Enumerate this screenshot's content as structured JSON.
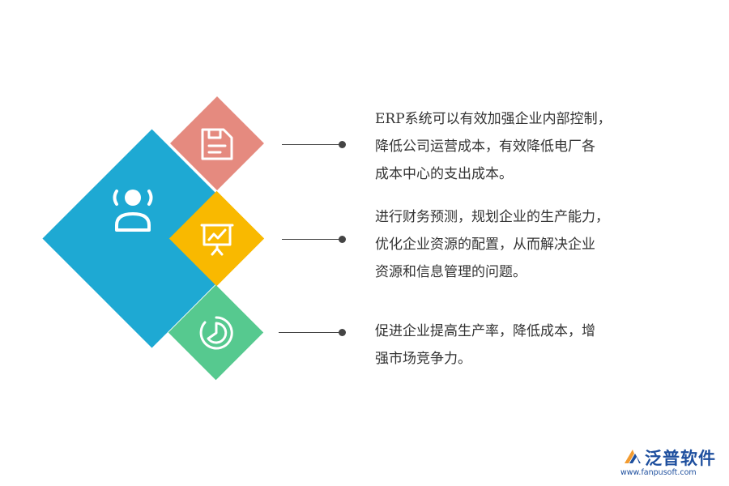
{
  "colors": {
    "main_diamond": "#1ea9d3",
    "red_diamond": "#e58a7f",
    "yellow_diamond": "#f9b900",
    "green_diamond": "#56c98f",
    "text": "#333333",
    "logo": "#1e4f9e"
  },
  "icons": {
    "main": "user-sound-icon",
    "item1": "save-document-icon",
    "item2": "presentation-chart-icon",
    "item3": "pie-chart-icon"
  },
  "items": [
    {
      "lines": [
        "ERP系统可以有效加强企业内部控制，",
        "降低公司运营成本，有效降低电厂各",
        "成本中心的支出成本。"
      ]
    },
    {
      "lines": [
        "进行财务预测，规划企业的生产能力，",
        "优化企业资源的配置，从而解决企业",
        "资源和信息管理的问题。"
      ]
    },
    {
      "lines": [
        "促进企业提高生产率，降低成本，增",
        "强市场竞争力。"
      ]
    }
  ],
  "logo": {
    "name": "泛普软件",
    "url": "www.fanpusoft.com"
  }
}
